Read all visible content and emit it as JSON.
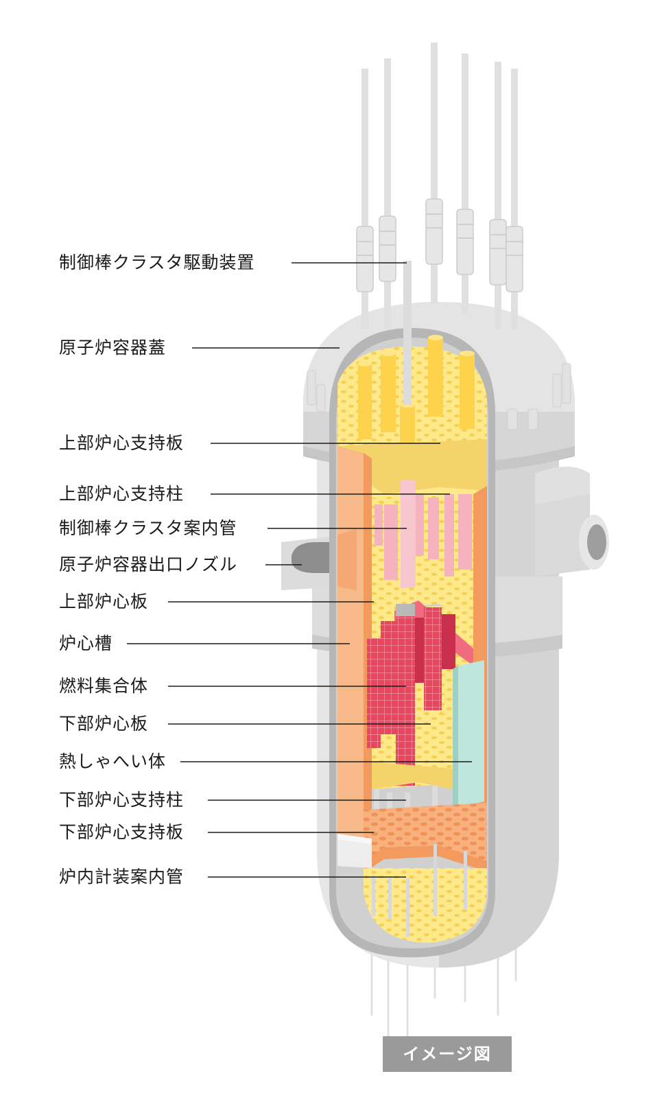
{
  "labels": [
    "制御棒クラスタ駆動装置",
    "原子炉容器蓋",
    "上部炉心支持板",
    "上部炉心支持柱",
    "制御棒クラスタ案内管",
    "原子炉容器出口ノズル",
    "上部炉心板",
    "炉心槽",
    "燃料集合体",
    "下部炉心板",
    "熱しゃへい体",
    "下部炉心支持柱",
    "下部炉心支持板",
    "炉内計装案内管"
  ],
  "caption": "イメージ図",
  "colors": {
    "vessel": "#dcdcdc",
    "vessel_dark": "#c4c4c4",
    "barrel": "#f7b98a",
    "barrel_dark": "#f39a5e",
    "plate": "#fde98a",
    "plate_dot": "#f6cf55",
    "rod_yellow": "#fdd24d",
    "guide_pink": "#f5b2bf",
    "fuel_red": "#e8475f",
    "fuel_dark": "#c92f4a",
    "shield": "#bfe6dc",
    "nozzle": "#8d8d8d"
  }
}
